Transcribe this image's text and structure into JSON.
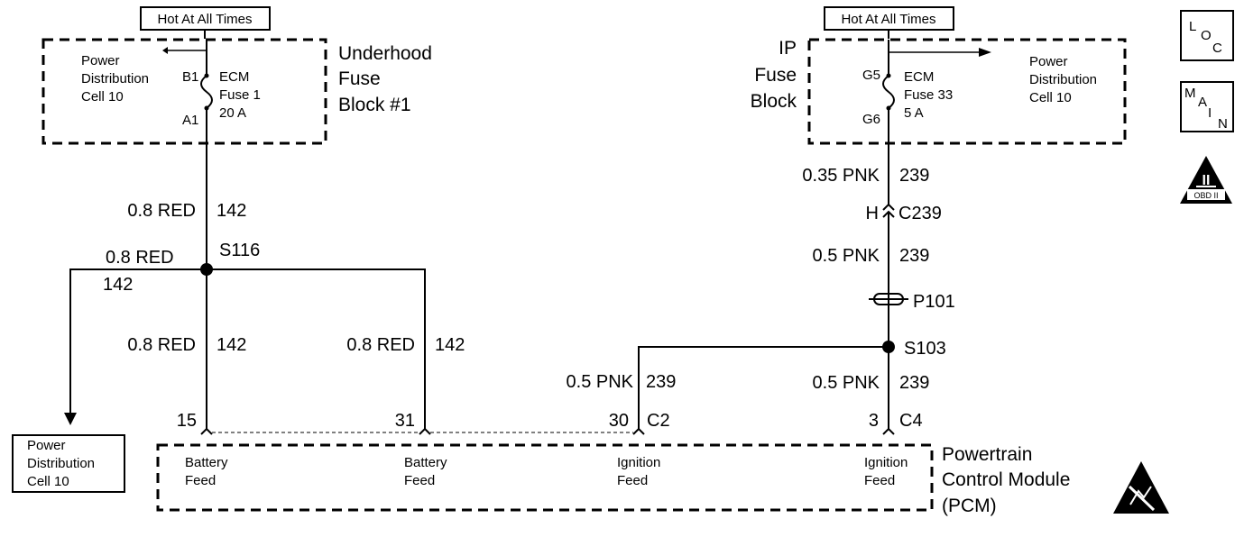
{
  "hot_label": "Hot At All Times",
  "left_fuse_block": {
    "name_lines": [
      "Underhood",
      "Fuse",
      "Block #1"
    ],
    "pd_lines": [
      "Power",
      "Distribution",
      "Cell 10"
    ],
    "pin_top": "B1",
    "pin_bottom": "A1",
    "fuse_lines": [
      "ECM",
      "Fuse 1",
      "20 A"
    ]
  },
  "right_fuse_block": {
    "name_lines": [
      "IP",
      "Fuse",
      "Block"
    ],
    "pd_lines": [
      "Power",
      "Distribution",
      "Cell 10"
    ],
    "pin_top": "G5",
    "pin_bottom": "G6",
    "fuse_lines": [
      "ECM",
      "Fuse 33",
      "5 A"
    ]
  },
  "wires": {
    "red": "0.8 RED",
    "red_circuit": "142",
    "pnk_035": "0.35 PNK",
    "pnk_05": "0.5 PNK",
    "pnk_circuit": "239"
  },
  "splices": {
    "s116": "S116",
    "s103": "S103"
  },
  "connectors": {
    "h": "H",
    "c239": "C239",
    "p101": "P101",
    "c2": "C2",
    "c4": "C4"
  },
  "pins": [
    "15",
    "31",
    "30",
    "3"
  ],
  "pcm": {
    "name_lines": [
      "Powertrain",
      "Control Module",
      "(PCM)"
    ],
    "feeds": [
      [
        "Battery",
        "Feed"
      ],
      [
        "Battery",
        "Feed"
      ],
      [
        "Ignition",
        "Feed"
      ],
      [
        "Ignition",
        "Feed"
      ]
    ]
  },
  "power_dist_box": [
    "Power",
    "Distribution",
    "Cell 10"
  ],
  "legend": {
    "loc": [
      "L",
      "O",
      "C"
    ],
    "main": [
      "M",
      "A",
      "I",
      "N"
    ],
    "obd": "OBD II",
    "obd_numeral": "II"
  }
}
